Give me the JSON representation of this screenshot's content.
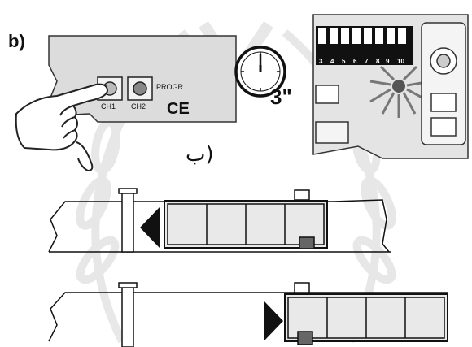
{
  "panel_label": "b)",
  "buttons": {
    "ch1": "CH1",
    "ch2": "CH2",
    "progr": "PROGR."
  },
  "ce_mark": "CE",
  "timer": {
    "duration": "3\"",
    "clock_icon": "clock-icon"
  },
  "dip_switch_numbers": [
    "3",
    "4",
    "5",
    "6",
    "7",
    "8",
    "9",
    "10"
  ],
  "arabic_caption": "ب)",
  "gate_diagrams": [
    {
      "direction": "open-left",
      "arrow_icon": "arrow-left-icon",
      "panels": 4
    },
    {
      "direction": "close-right",
      "arrow_icon": "arrow-right-icon",
      "panels": 4
    }
  ],
  "colors": {
    "line": "#111111",
    "panel_fill": "#e9e9e9",
    "watermark": "#d9d9d9"
  }
}
